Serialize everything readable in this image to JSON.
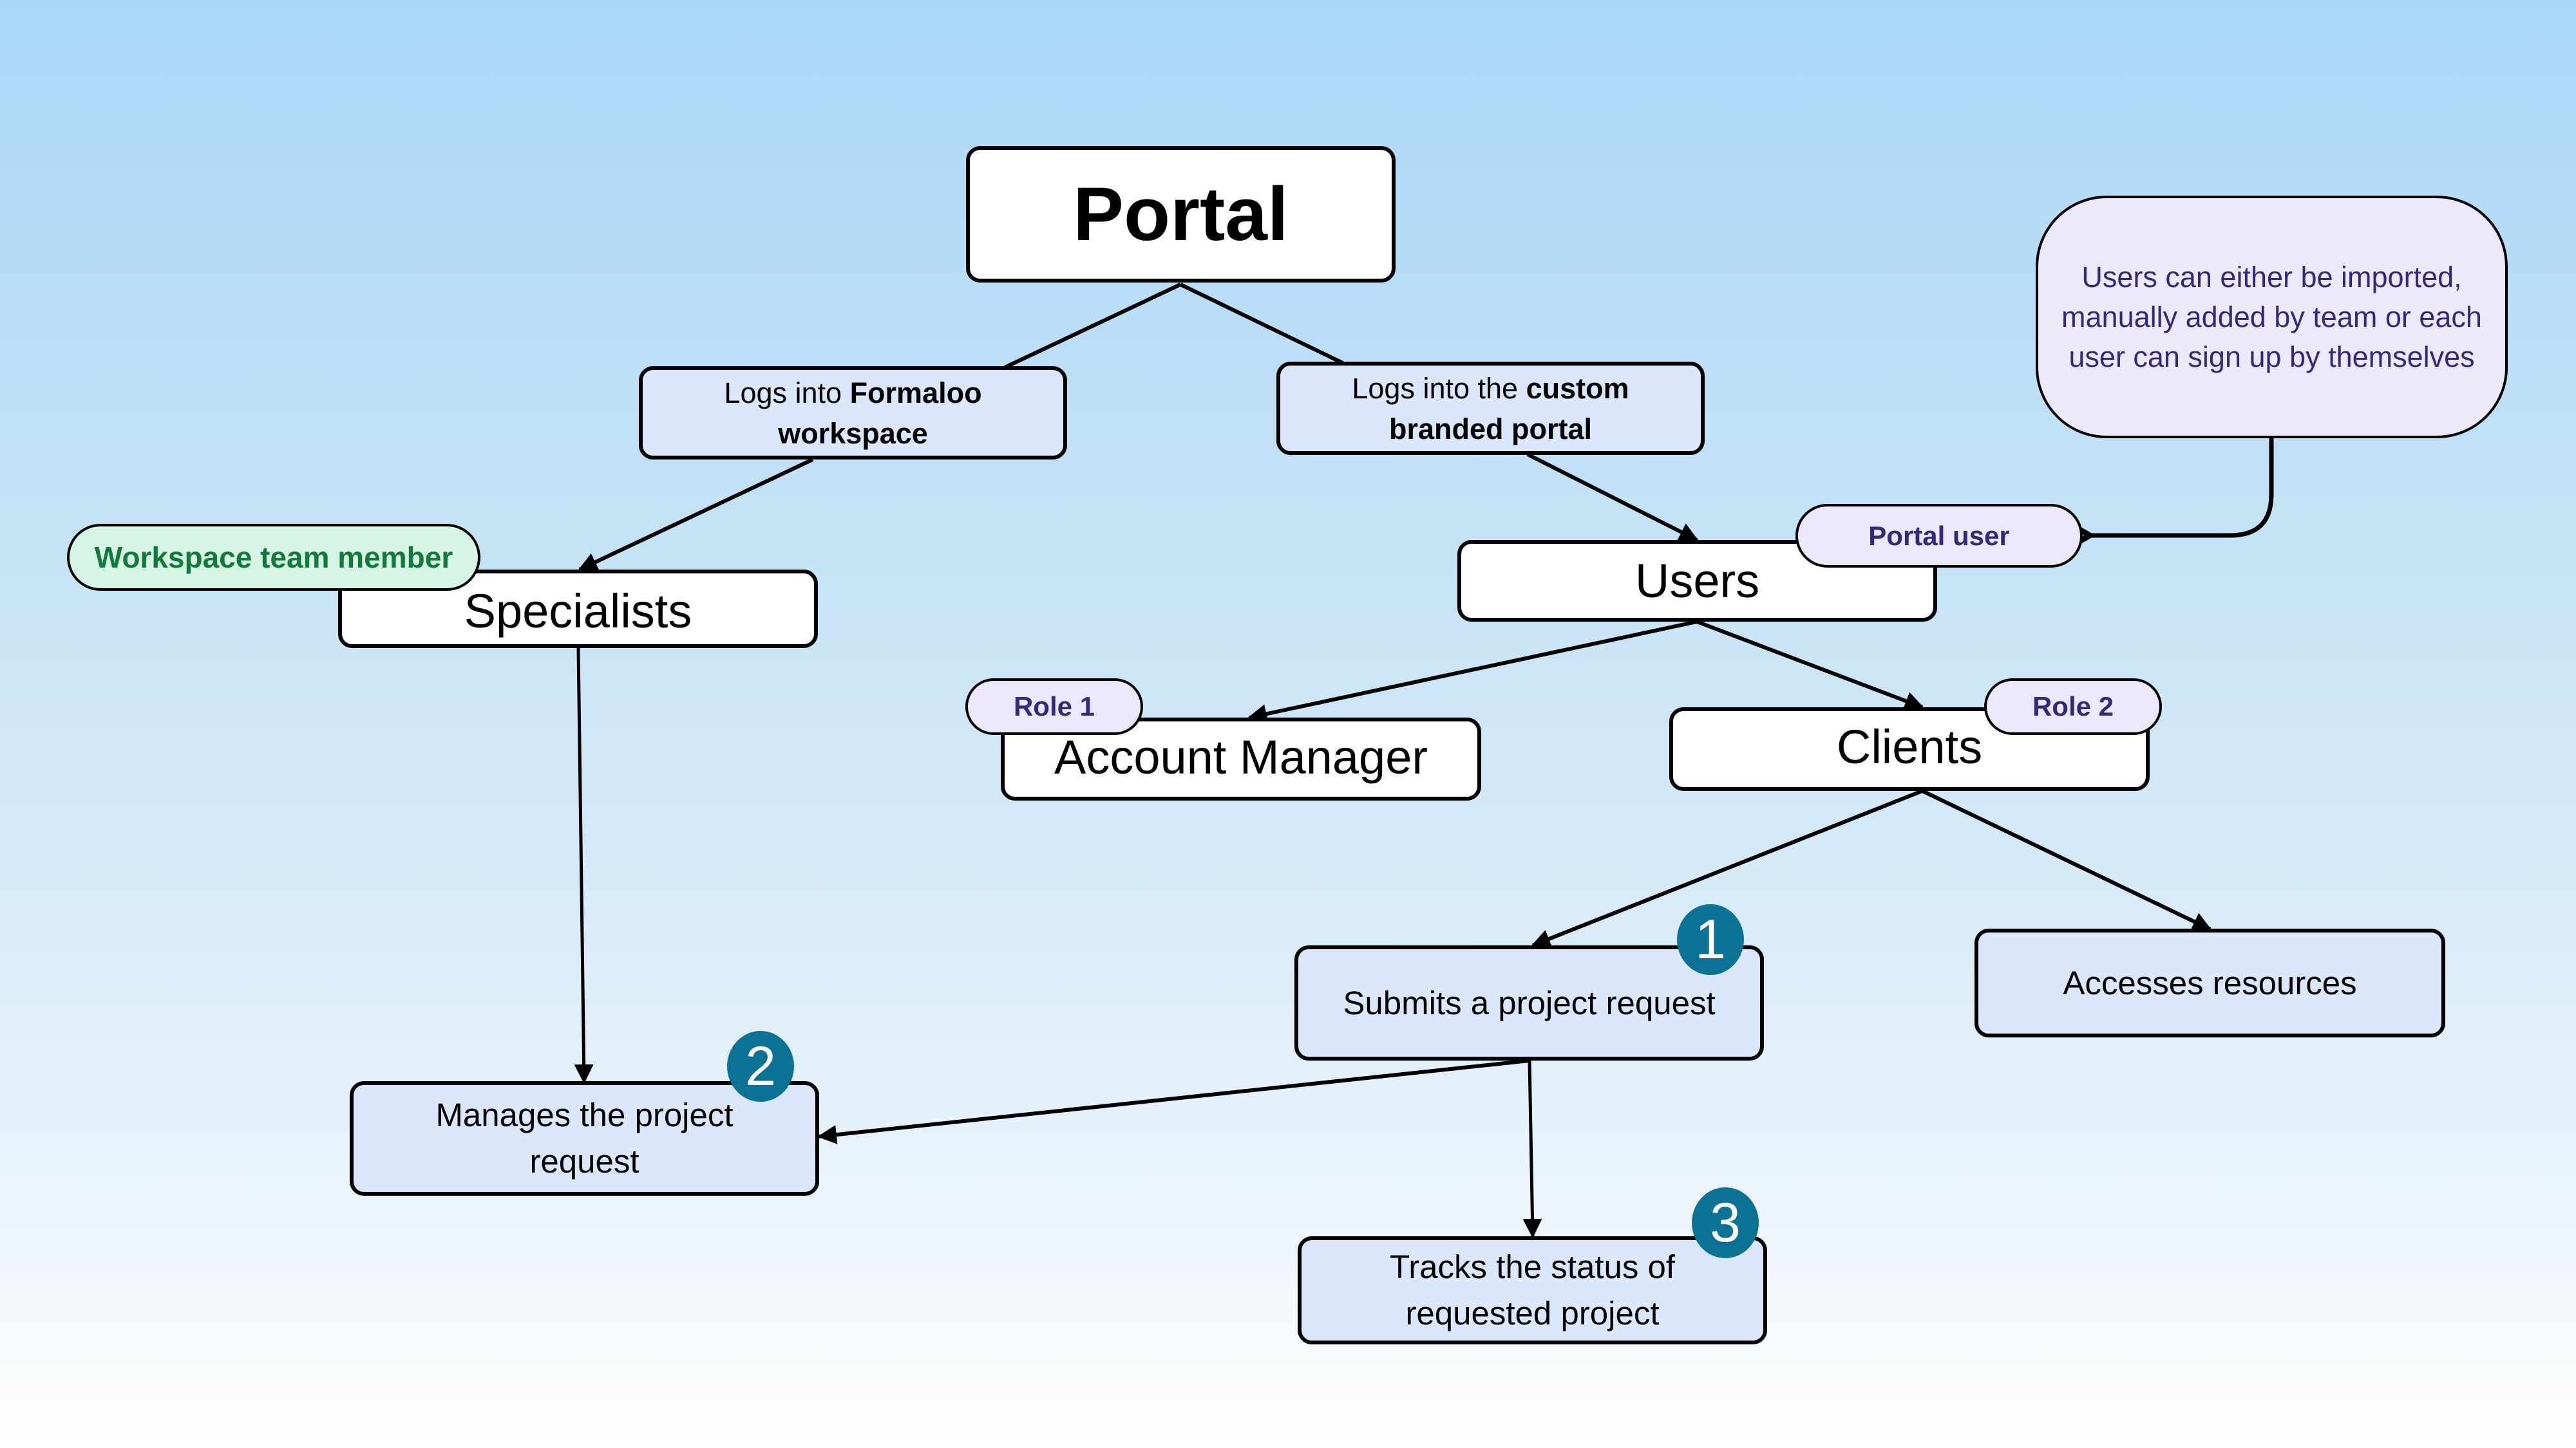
{
  "diagram": {
    "title": "Portal",
    "login_workspace": {
      "prefix": "Logs into ",
      "bold": "Formaloo workspace"
    },
    "login_portal": {
      "prefix": "Logs into the ",
      "bold": "custom branded portal"
    },
    "note": "Users can either be imported, manually added by team or each user can sign up by themselves",
    "entities": {
      "specialists": "Specialists",
      "users": "Users",
      "account_manager": "Account Manager",
      "clients": "Clients"
    },
    "tags": {
      "workspace_team_member": "Workspace team member",
      "portal_user": "Portal user",
      "role1": "Role 1",
      "role2": "Role 2"
    },
    "steps": {
      "submits": "Submits a project request",
      "accesses": "Accesses resources",
      "manages": "Manages the project request",
      "tracks": "Tracks the status of requested project"
    },
    "badges": {
      "one": "1",
      "two": "2",
      "three": "3"
    },
    "colors": {
      "badge": "#0b7295",
      "tag_purple_text": "#312a7a",
      "tag_green_text": "#127a3a",
      "step_fill": "#dbe8fb",
      "note_fill": "#ece9fb",
      "green_fill": "#d7f5e5"
    }
  }
}
